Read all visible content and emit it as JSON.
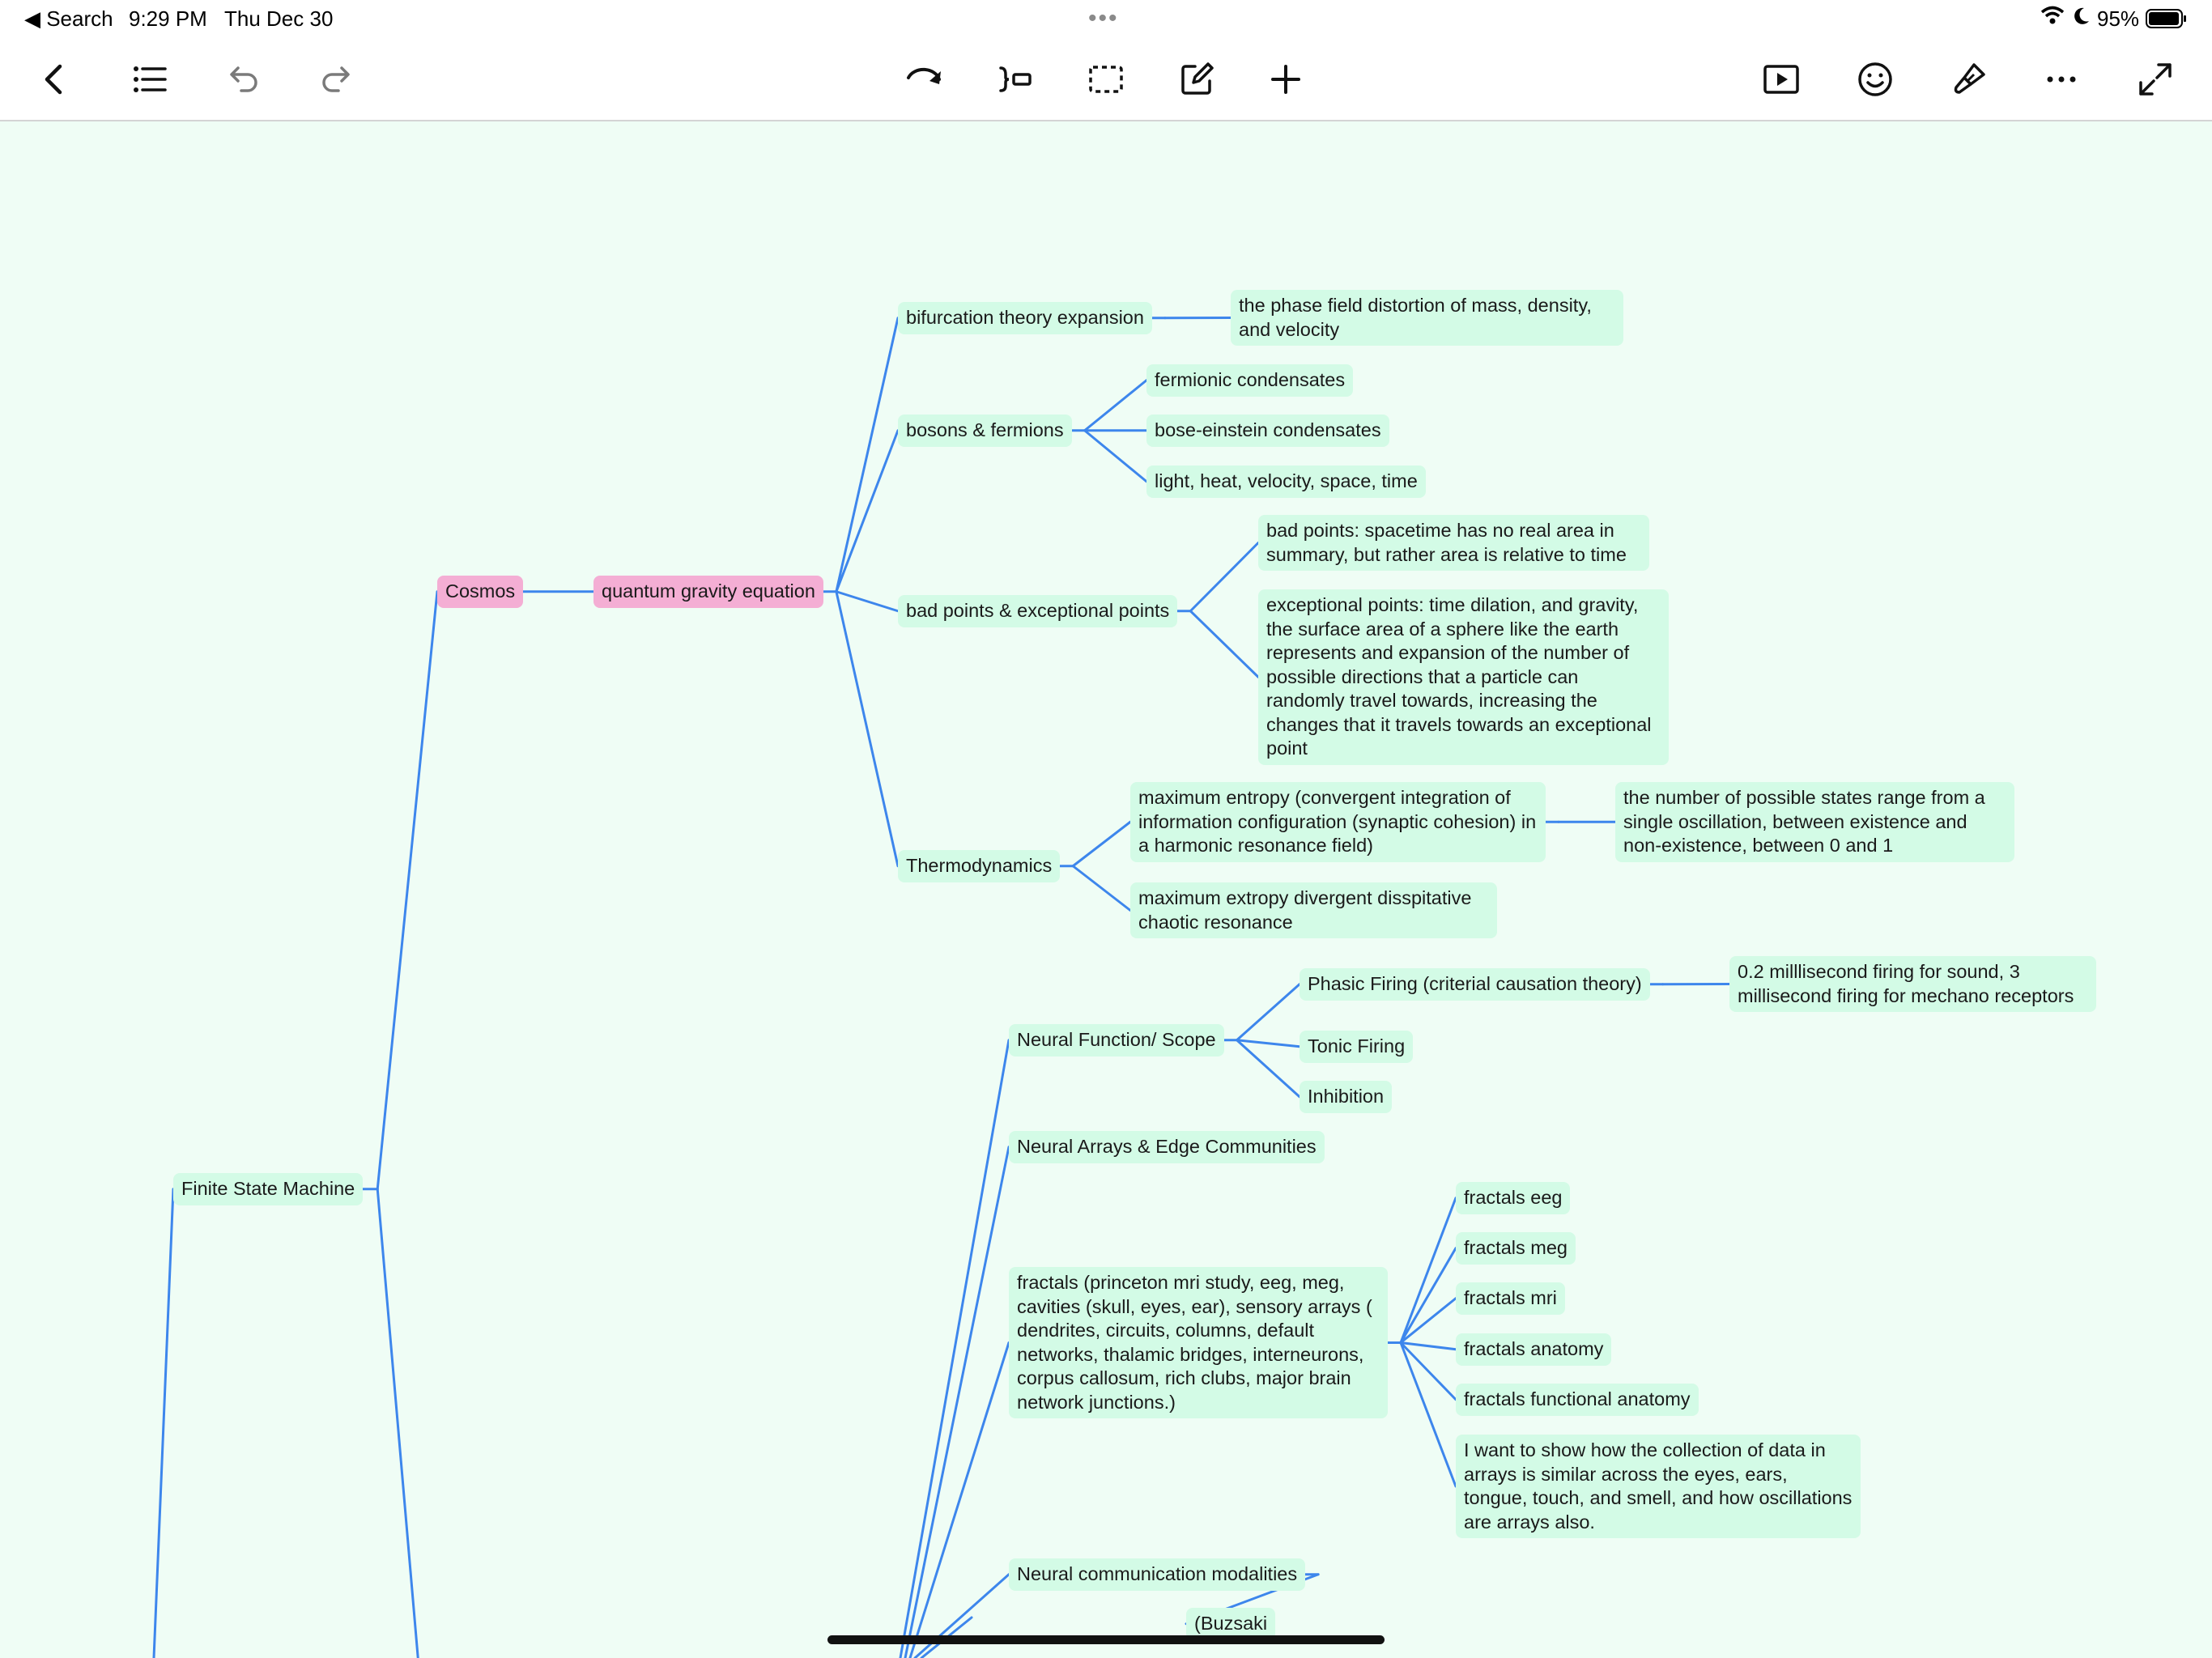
{
  "status_bar": {
    "back_app": "Search",
    "time": "9:29 PM",
    "date": "Thu Dec 30",
    "battery": "95%"
  },
  "toolbar": {
    "icons": [
      "chevron-left-icon",
      "outline-list-icon",
      "undo-icon",
      "redo-icon",
      "redo-arrow-icon",
      "child-topic-icon",
      "selection-box-icon",
      "note-edit-icon",
      "plus-icon",
      "play-presentation-icon",
      "emoji-icon",
      "style-brush-icon",
      "more-icon",
      "fullscreen-icon"
    ]
  },
  "colors": {
    "background": "#effdf5",
    "node_fill": "#d3fbe6",
    "root_node_fill": "#f4aed4",
    "connector": "#3d86ec"
  },
  "mindmap": {
    "nodes": [
      {
        "id": "fsm",
        "text": "Finite State Machine"
      },
      {
        "id": "cosmos",
        "text": "Cosmos",
        "style": "pink"
      },
      {
        "id": "qge",
        "text": "quantum gravity equation",
        "style": "pink"
      },
      {
        "id": "bte",
        "text": "bifurcation theory expansion"
      },
      {
        "id": "pfd",
        "text": "the phase field distortion of mass, density, and velocity"
      },
      {
        "id": "bf",
        "text": "bosons & fermions"
      },
      {
        "id": "fc",
        "text": "fermionic condensates"
      },
      {
        "id": "bec",
        "text": "bose-einstein condensates"
      },
      {
        "id": "lhv",
        "text": "light, heat, velocity, space, time"
      },
      {
        "id": "bpe",
        "text": "bad points & exceptional points"
      },
      {
        "id": "bp",
        "text": "bad points: spacetime has no real area in summary, but rather area is relative to time"
      },
      {
        "id": "ep",
        "text": "exceptional points: time dilation, and gravity, the surface area of a sphere like the earth represents and expansion of the number of possible directions that a particle can randomly travel towards, increasing the changes that it travels towards an exceptional point"
      },
      {
        "id": "thermo",
        "text": "Thermodynamics"
      },
      {
        "id": "maxent",
        "text": "maximum entropy (convergent integration of information configuration (synaptic cohesion) in a harmonic resonance field)"
      },
      {
        "id": "nps",
        "text": "the number of possible states range from a single oscillation, between existence and non-existence, between 0 and 1"
      },
      {
        "id": "maxext",
        "text": "maximum extropy divergent disspitative chaotic resonance"
      },
      {
        "id": "nfs",
        "text": "Neural Function/ Scope"
      },
      {
        "id": "phasic",
        "text": "Phasic Firing (criterial causation theory)"
      },
      {
        "id": "msfire",
        "text": "0.2 milllisecond firing for sound, 3 millisecond firing for mechano receptors"
      },
      {
        "id": "tonic",
        "text": "Tonic Firing"
      },
      {
        "id": "inhib",
        "text": "Inhibition"
      },
      {
        "id": "naec",
        "text": "Neural Arrays & Edge Communities"
      },
      {
        "id": "fractals",
        "text": "fractals (princeton mri study, eeg, meg, cavities (skull, eyes, ear), sensory arrays ( dendrites, circuits, columns, default networks, thalamic bridges, interneurons, corpus callosum, rich clubs, major brain network junctions.)"
      },
      {
        "id": "feeg",
        "text": "fractals eeg"
      },
      {
        "id": "fmeg",
        "text": "fractals meg"
      },
      {
        "id": "fmri",
        "text": "fractals mri"
      },
      {
        "id": "fanat",
        "text": "fractals anatomy"
      },
      {
        "id": "ffanat",
        "text": "fractals functional anatomy"
      },
      {
        "id": "iwant",
        "text": "I want to show how the collection of data in arrays is similar across the eyes, ears, tongue, touch, and smell, and how oscillations are arrays also."
      },
      {
        "id": "ncm",
        "text": "Neural communication modalities"
      },
      {
        "id": "buz",
        "text": "(Buzsaki"
      }
    ]
  }
}
